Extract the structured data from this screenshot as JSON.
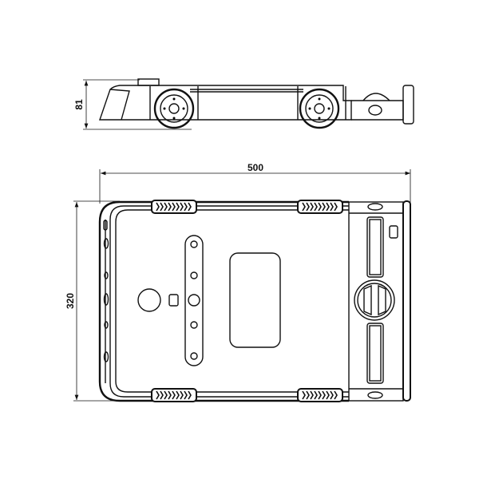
{
  "drawing": {
    "side_view": {
      "height_dimension": "81"
    },
    "top_view": {
      "width_dimension": "500",
      "depth_dimension": "320"
    }
  },
  "colors": {
    "line": "#111111",
    "background": "#ffffff"
  }
}
